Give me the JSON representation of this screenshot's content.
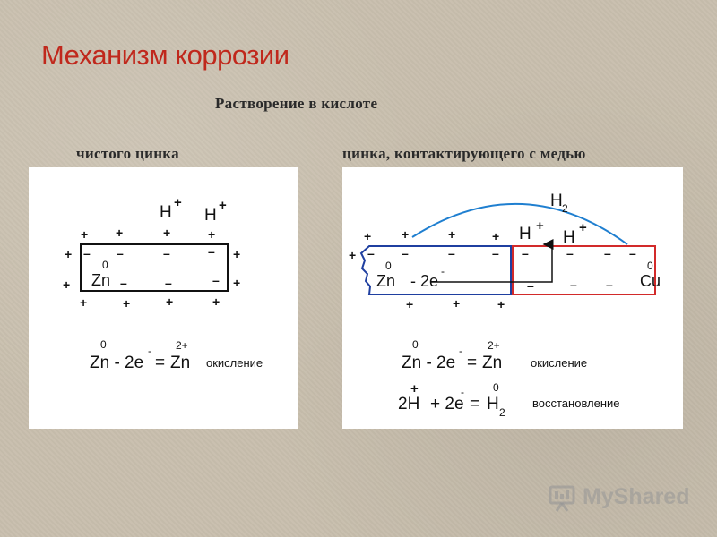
{
  "slide": {
    "title": "Механизм коррозии",
    "subtitle": "Растворение в кислоте",
    "left_caption": "чистого цинка",
    "right_caption": "цинка, контактирующего с медью"
  },
  "left_panel": {
    "h_ion": "H",
    "plus": "+",
    "minus": "–",
    "zero": "0",
    "zn": "Zn",
    "eq_left": "Zn - 2e",
    "eq_eq": "=",
    "eq_right": "Zn",
    "electron_sup": "-",
    "charge_sup": "2+",
    "ox_label": "окисление"
  },
  "right_panel": {
    "h_ion": "H",
    "h2_base": "H",
    "h2_sub": "2",
    "plus": "+",
    "minus": "–",
    "zero": "0",
    "zn": "Zn",
    "electrons": "- 2e",
    "electron_sup": "-",
    "cu": "Cu",
    "eq1_left": "Zn - 2e",
    "eq1_eq": "=",
    "eq1_right": "Zn",
    "charge_sup": "2+",
    "ox_label": "окисление",
    "eq2_2h": "2H",
    "eq2_mid": "+ 2e",
    "eq2_eq": "=",
    "eq2_h": "H",
    "eq2_sub": "2",
    "red_label": "восстановление"
  },
  "colors": {
    "title": "#c0281c",
    "zinc_border": "#1f3fa0",
    "copper_border": "#d22a2a",
    "arc": "#1f7fd0"
  },
  "watermark": {
    "text": "MyShared",
    "icon": "presentation-icon"
  }
}
